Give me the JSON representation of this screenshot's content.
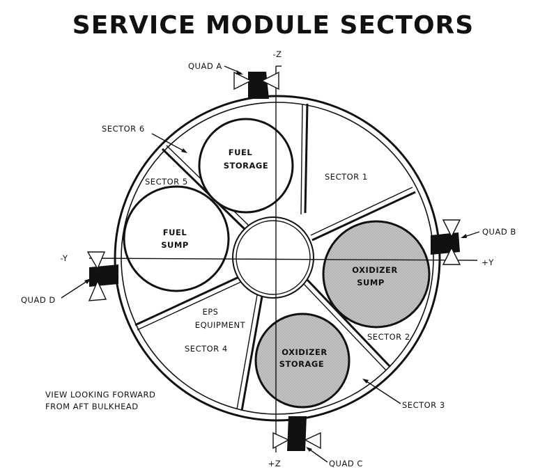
{
  "title": "SERVICE MODULE SECTORS",
  "axes": {
    "neg_z": "-Z",
    "pos_z": "+Z",
    "neg_y": "-Y",
    "pos_y": "+Y"
  },
  "quads": {
    "a": "QUAD A",
    "b": "QUAD B",
    "c": "QUAD C",
    "d": "QUAD D"
  },
  "sectors": {
    "s1": "SECTOR 1",
    "s2": "SECTOR 2",
    "s3": "SECTOR 3",
    "s4": "SECTOR 4",
    "s5": "SECTOR 5",
    "s6": "SECTOR 6"
  },
  "tanks": {
    "fuel_storage": [
      "FUEL",
      "STORAGE"
    ],
    "fuel_sump": [
      "FUEL",
      "SUMP"
    ],
    "oxidizer_sump": [
      "OXIDIZER",
      "SUMP"
    ],
    "oxidizer_storage": [
      "OXIDIZER",
      "STORAGE"
    ]
  },
  "eps": [
    "EPS",
    "EQUIPMENT"
  ],
  "caption": [
    "VIEW LOOKING FORWARD",
    "FROM AFT BULKHEAD"
  ],
  "colors": {
    "ink": "#111111",
    "oxidizer_fill": "#b8b8b8",
    "background": "#ffffff"
  }
}
